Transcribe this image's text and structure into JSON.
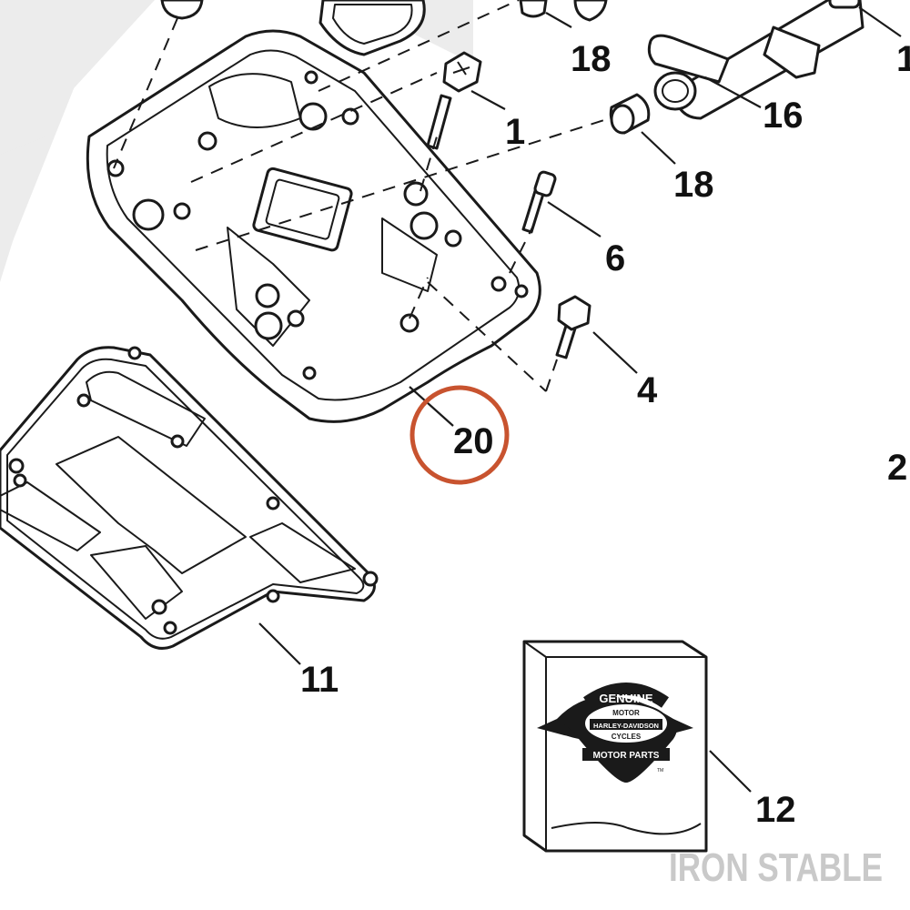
{
  "callouts": [
    {
      "id": "1a",
      "label": "1"
    },
    {
      "id": "1b",
      "label": "1"
    },
    {
      "id": "18a",
      "label": "18"
    },
    {
      "id": "18b",
      "label": "18"
    },
    {
      "id": "16",
      "label": "16"
    },
    {
      "id": "6",
      "label": "6"
    },
    {
      "id": "4",
      "label": "4"
    },
    {
      "id": "20",
      "label": "20"
    },
    {
      "id": "2",
      "label": "2"
    },
    {
      "id": "11",
      "label": "11"
    },
    {
      "id": "12",
      "label": "12"
    }
  ],
  "highlighted_callout": "20",
  "colors": {
    "highlight_ring": "#c8532f",
    "line": "#1a1a1a",
    "watermark": "#c9c9c9"
  },
  "logo": {
    "top_text": "GENUINE",
    "badge_top": "MOTOR",
    "badge_mid": "HARLEY-DAVIDSON",
    "badge_bottom": "CYCLES",
    "bottom_text": "MOTOR PARTS",
    "tm": "TM"
  },
  "brand_watermark": "IRON STABLE"
}
